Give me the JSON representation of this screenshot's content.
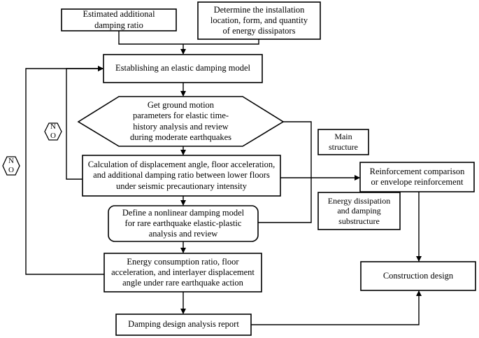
{
  "nodes": {
    "estimated_ratio": "Estimated additional\ndamping ratio",
    "install": "Determine the installation\nlocation, form, and quantity\nof energy dissipators",
    "elastic_model": "Establishing an elastic damping model",
    "ground_motion": "Get ground motion\nparameters for elastic time-\nhistory analysis and review\nduring moderate earthquakes",
    "calc_displacement": "Calculation of displacement angle, floor acceleration,\nand additional damping ratio between lower floors\nunder seismic precautionary intensity",
    "nonlinear_model": "Define a nonlinear damping model\nfor rare earthquake elastic-plastic\nanalysis and review",
    "energy_ratio": "Energy consumption ratio, floor\nacceleration, and interlayer displacement\nangle under rare earthquake action",
    "report": "Damping design analysis report",
    "main_structure": "Main\nstructure",
    "energy_substructure": "Energy dissipation\nand damping\nsubstructure",
    "reinforcement": "Reinforcement comparison\nor envelope reinforcement",
    "construction": "Construction design"
  },
  "badges": {
    "no_inner": [
      "N",
      "O"
    ],
    "no_outer": [
      "N",
      "O"
    ]
  }
}
